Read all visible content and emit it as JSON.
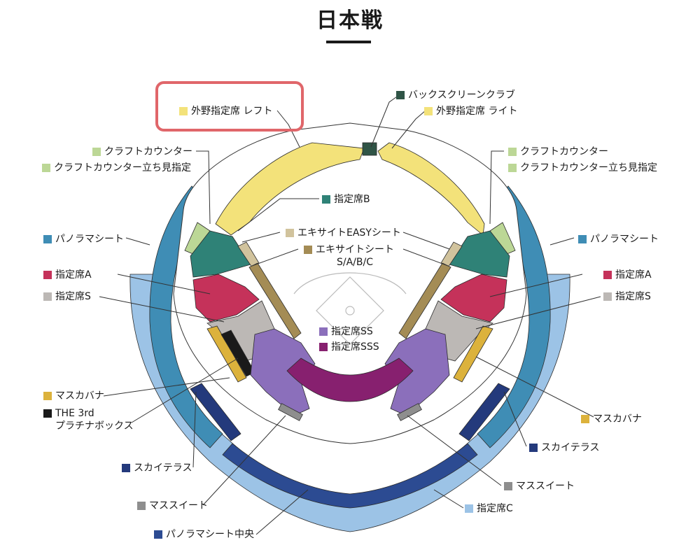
{
  "page": {
    "title": "日本戦"
  },
  "colors": {
    "outfield": "#f3e27a",
    "backscreen": "#2f5446",
    "craft": "#bcd796",
    "panorama": "#3f8db5",
    "shiteiB": "#2f8277",
    "easy": "#d1c39d",
    "excite": "#a48c55",
    "shiteiA": "#c5325a",
    "shiteiS": "#bcb8b5",
    "ss": "#8b6fbb",
    "sss": "#87206f",
    "mascabana": "#dcb23c",
    "platinum": "#1a1a1a",
    "skyterrace": "#243a7c",
    "masssuite": "#8e8e8e",
    "shiteiC": "#9cc3e6",
    "panoramaCenter": "#2c4b92",
    "highlight": "#e0666a"
  },
  "labels": {
    "outfield_left": "外野指定席 レフト",
    "backscreen_club": "バックスクリーンクラブ",
    "outfield_right": "外野指定席 ライト",
    "craft_counter": "クラフトカウンター",
    "craft_counter_standing": "クラフトカウンター立ち見指定",
    "shitei_b": "指定席B",
    "excite_easy": "エキサイトEASYシート",
    "excite_sheet": "エキサイトシート\nS/A/B/C",
    "panorama_sheet": "パノラマシート",
    "shitei_a": "指定席A",
    "shitei_s": "指定席S",
    "shitei_ss": "指定席SS",
    "shitei_sss": "指定席SSS",
    "mascabana": "マスカバナ",
    "platinum_box": "THE 3rd\nプラチナボックス",
    "sky_terrace": "スカイテラス",
    "mass_suite": "マススイート",
    "shitei_c": "指定席C",
    "panorama_center": "パノラマシート中央"
  }
}
